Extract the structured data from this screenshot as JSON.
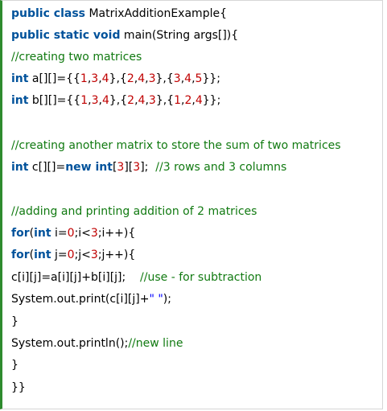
{
  "code": {
    "l1": {
      "kw": "public class",
      "rest": " MatrixAdditionExample{"
    },
    "l2": {
      "kw": "public static void",
      "rest": " main(String args[]){"
    },
    "l3": {
      "comment": "//creating two matrices"
    },
    "l4": {
      "kw": "int",
      "a": " a[][]={{",
      "n1": "1",
      "c1": ",",
      "n2": "3",
      "c2": ",",
      "n3": "4",
      "c3": "},{",
      "n4": "2",
      "c4": ",",
      "n5": "4",
      "c5": ",",
      "n6": "3",
      "c6": "},{",
      "n7": "3",
      "c7": ",",
      "n8": "4",
      "c8": ",",
      "n9": "5",
      "c9": "}};"
    },
    "l5": {
      "kw": "int",
      "a": " b[][]={{",
      "n1": "1",
      "c1": ",",
      "n2": "3",
      "c2": ",",
      "n3": "4",
      "c3": "},{",
      "n4": "2",
      "c4": ",",
      "n5": "4",
      "c5": ",",
      "n6": "3",
      "c6": "},{",
      "n7": "1",
      "c7": ",",
      "n8": "2",
      "c8": ",",
      "n9": "4",
      "c9": "}};"
    },
    "l6": {
      "comment": "//creating another matrix to store the sum of two matrices"
    },
    "l7": {
      "kw1": "int",
      "a": " c[][]=",
      "kw2": "new int",
      "b": "[",
      "n1": "3",
      "c": "][",
      "n2": "3",
      "d": "];  ",
      "comment": "//3 rows and 3 columns"
    },
    "l8": {
      "comment": "//adding and printing addition of 2 matrices"
    },
    "l9": {
      "kw1": "for",
      "a": "(",
      "kw2": "int",
      "b": " i=",
      "n1": "0",
      "c": ";i<",
      "n2": "3",
      "d": ";i++){"
    },
    "l10": {
      "kw1": "for",
      "a": "(",
      "kw2": "int",
      "b": " j=",
      "n1": "0",
      "c": ";j<",
      "n2": "3",
      "d": ";j++){"
    },
    "l11": {
      "code": "c[i][j]=a[i][j]+b[i][j];    ",
      "comment": "//use - for subtraction"
    },
    "l12": {
      "a": "System.out.print(c[i][j]+",
      "str": "\" \"",
      "b": ");"
    },
    "l13": {
      "text": "}"
    },
    "l14": {
      "a": "System.out.println();",
      "comment": "//new line"
    },
    "l15": {
      "text": "}"
    },
    "l16": {
      "text": "}}"
    }
  }
}
